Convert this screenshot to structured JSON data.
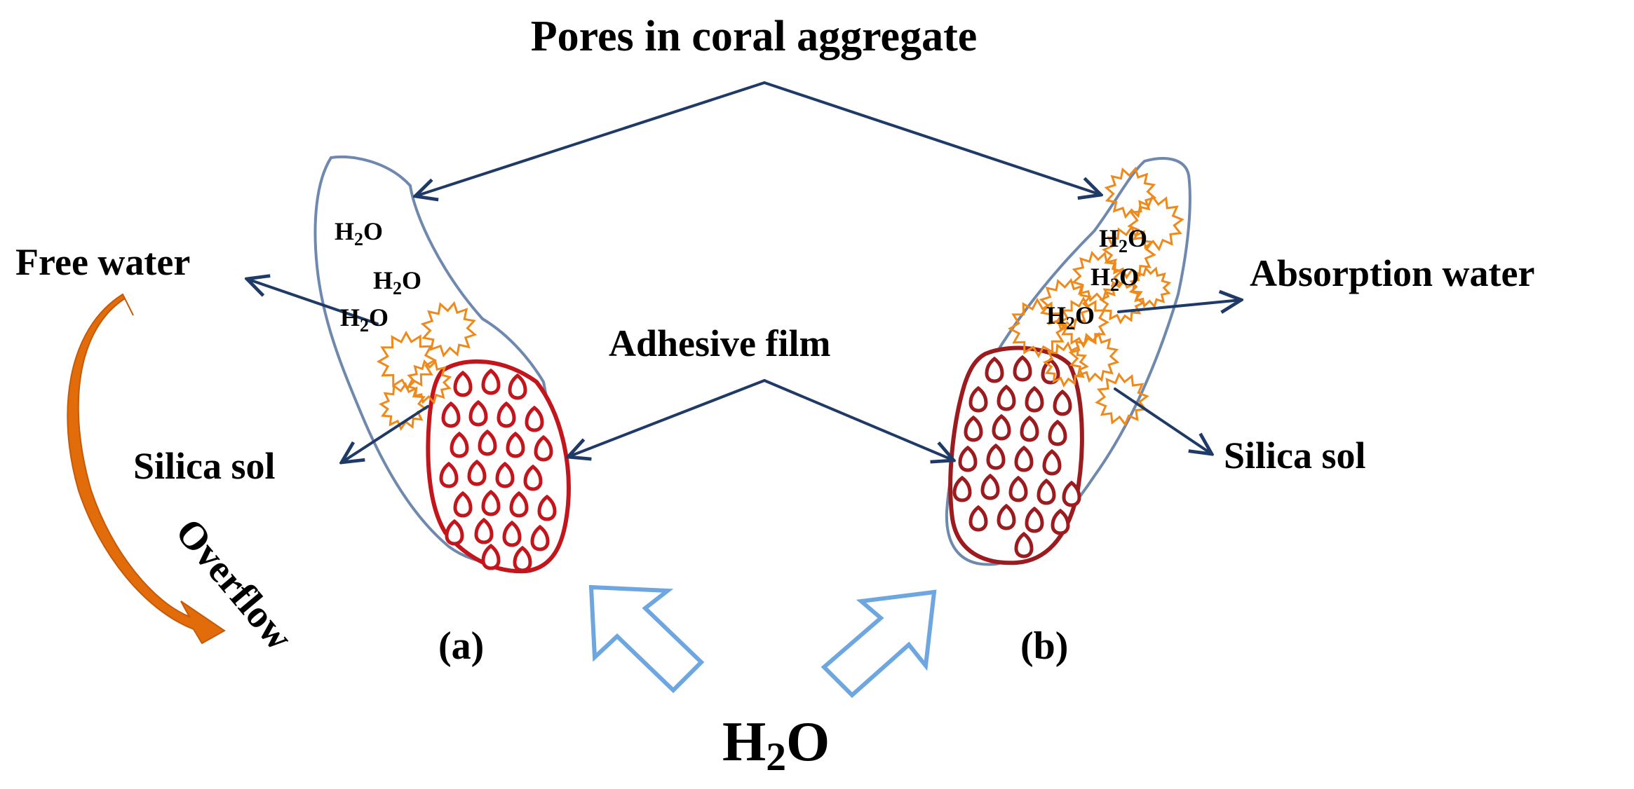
{
  "labels": {
    "pores": "Pores in coral aggregate",
    "free_water": "Free water",
    "absorption_water": "Absorption water",
    "adhesive_film": "Adhesive film",
    "silica_sol_left": "Silica sol",
    "silica_sol_right": "Silica sol",
    "overflow": "Overflow",
    "panel_a": "(a)",
    "panel_b": "(b)"
  },
  "formula": {
    "h": "H",
    "sub": "2",
    "o": "O"
  },
  "colors": {
    "pore_outline": "#6f88ad",
    "arrow_navy": "#1f3a66",
    "particle_red": "#c3161c",
    "particle_dark_red": "#9b1b1f",
    "silica_star": "#ee8a1c",
    "overflow_orange": "#e36c0a",
    "water_arrow_blue": "#6ea6e0"
  }
}
